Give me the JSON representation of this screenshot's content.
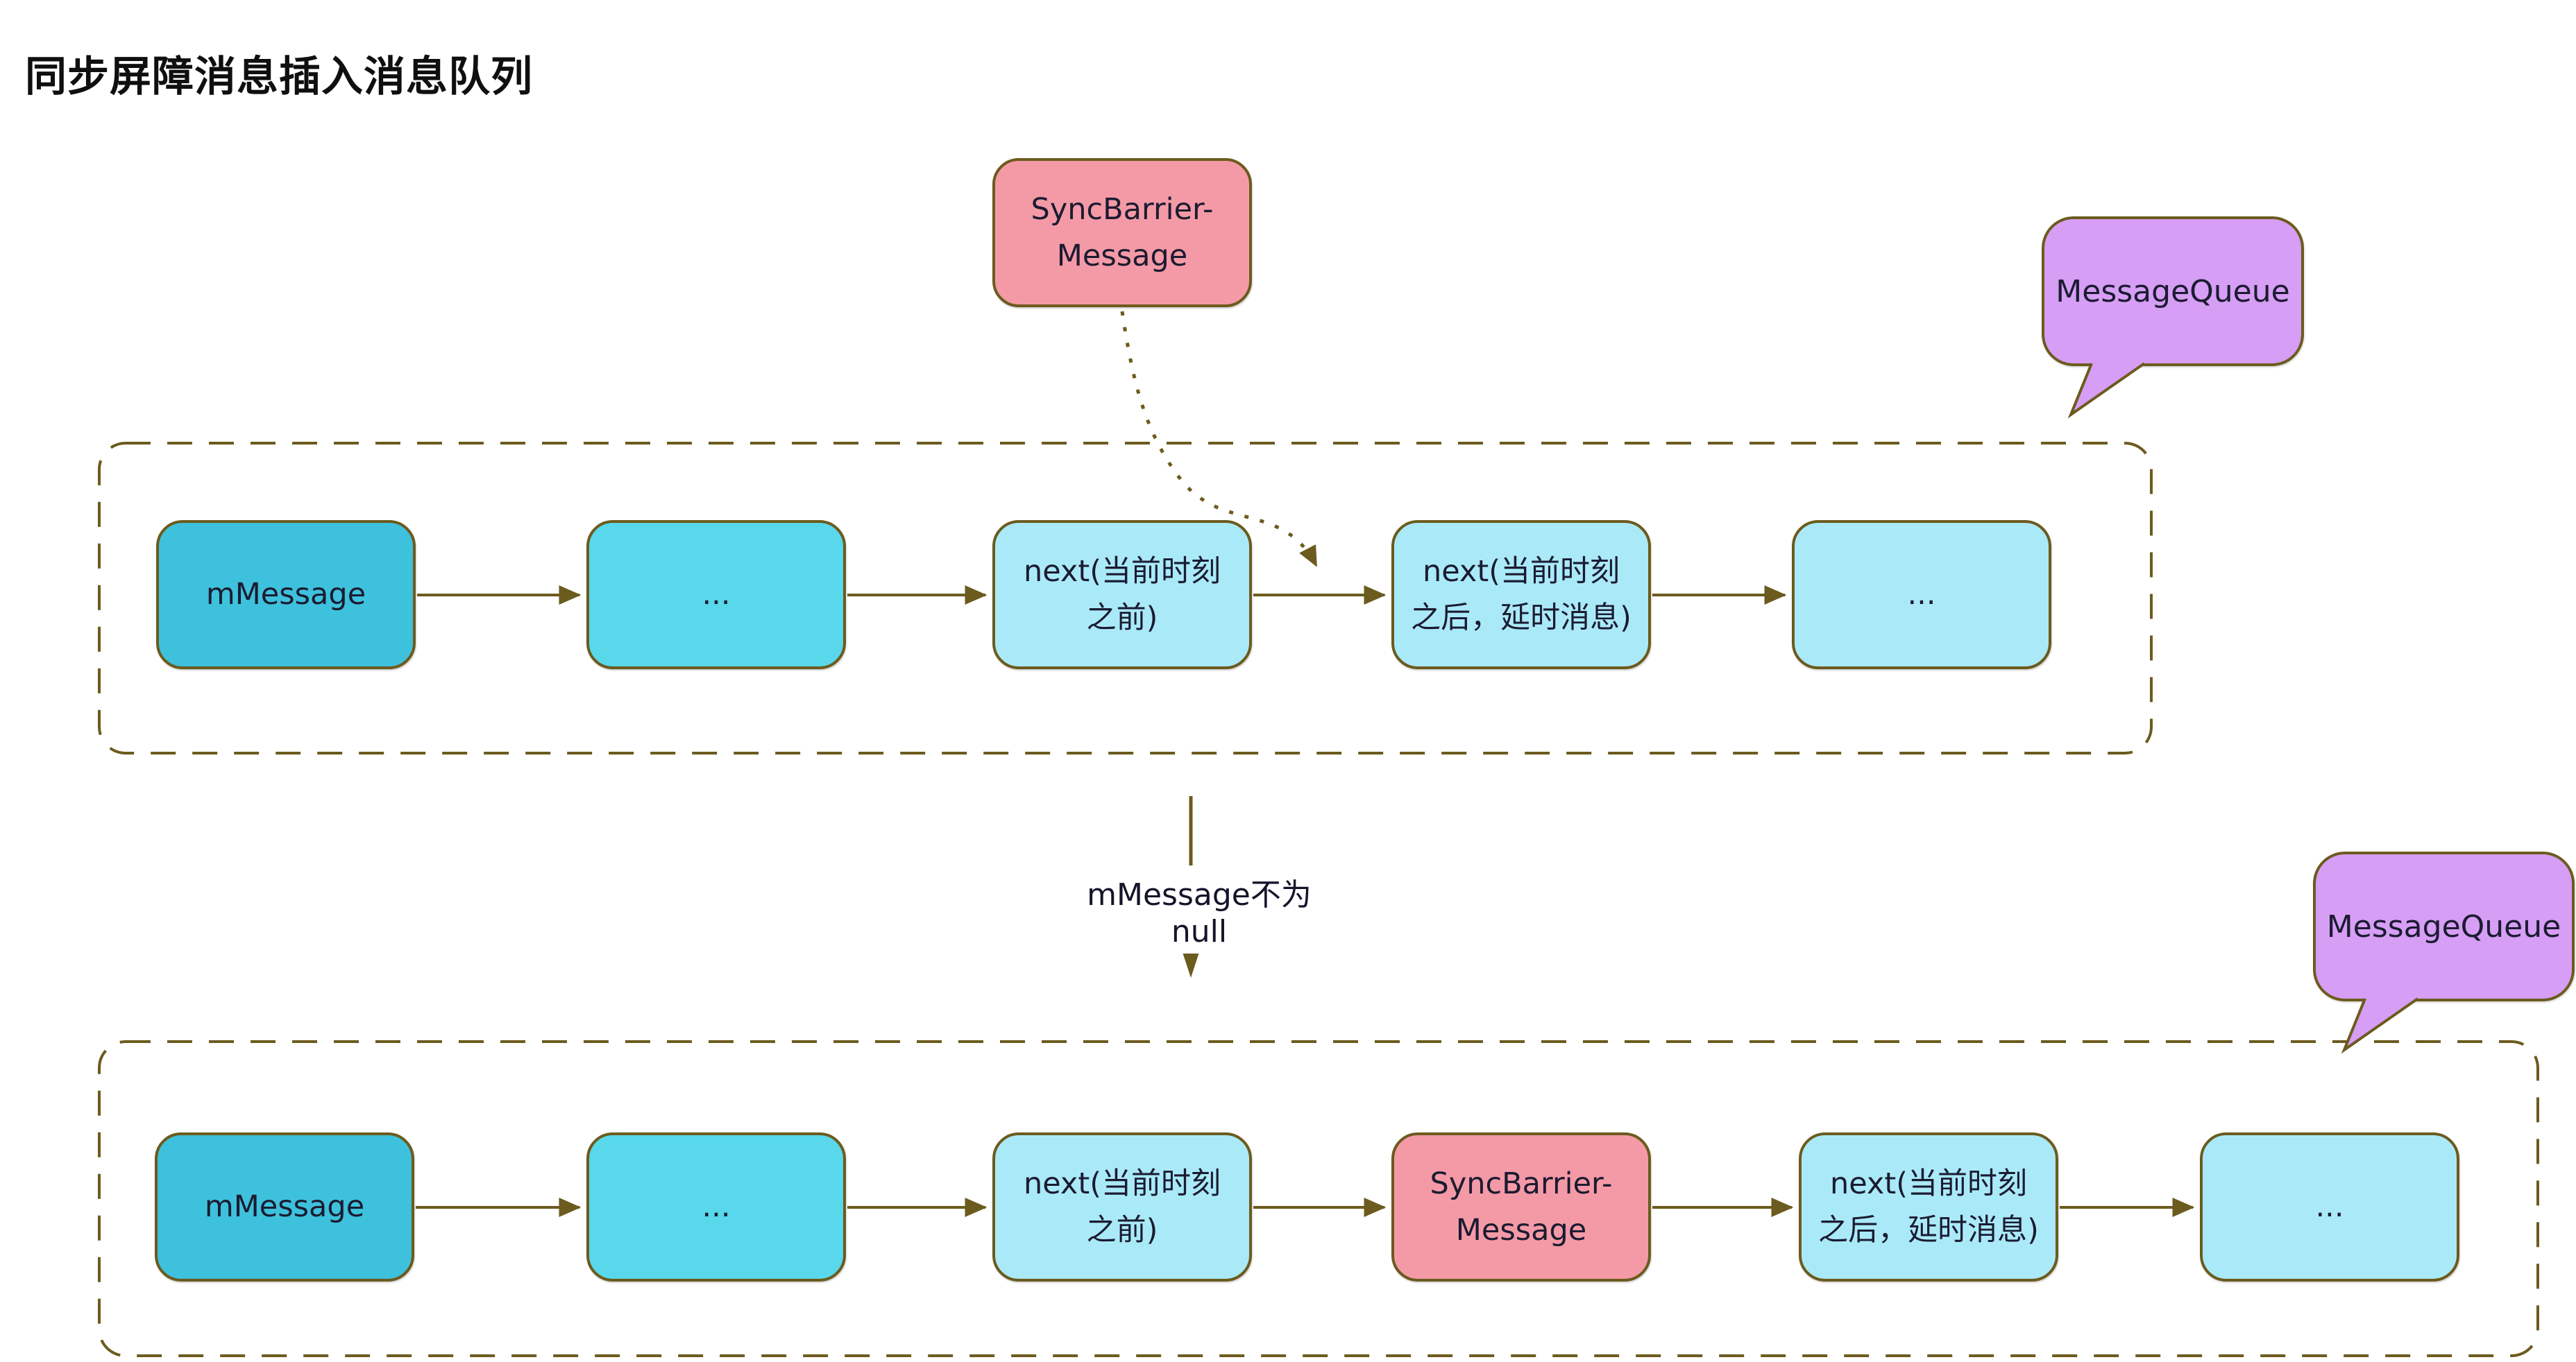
{
  "title": "同步屏障消息插入消息队列",
  "incoming_message": {
    "label": "SyncBarrier-Message"
  },
  "queue_label_top": {
    "label": "MessageQueue"
  },
  "queue_label_bottom": {
    "label": "MessageQueue"
  },
  "transition": {
    "label": "mMessage不为null"
  },
  "queue_top": {
    "boxes": [
      {
        "label": "mMessage"
      },
      {
        "label": "..."
      },
      {
        "label": "next(当前时刻之前)"
      },
      {
        "label": "next(当前时刻之后，延时消息)"
      },
      {
        "label": "..."
      }
    ]
  },
  "queue_bottom": {
    "boxes": [
      {
        "label": "mMessage"
      },
      {
        "label": "..."
      },
      {
        "label": "next(当前时刻之前)"
      },
      {
        "label": "SyncBarrier-Message"
      },
      {
        "label": "next(当前时刻之后，延时消息)"
      },
      {
        "label": "..."
      }
    ]
  },
  "colors": {
    "border_olive": "#6C5B1E",
    "arrow": "#6C5B1E",
    "node_teal": "#3EC1DC",
    "node_cyan": "#58D8EA",
    "node_light_cyan": "#AAEAF8",
    "node_pink": "#F49AA6",
    "bubble_purple": "#D69EF4",
    "text": "#1B1B31"
  }
}
